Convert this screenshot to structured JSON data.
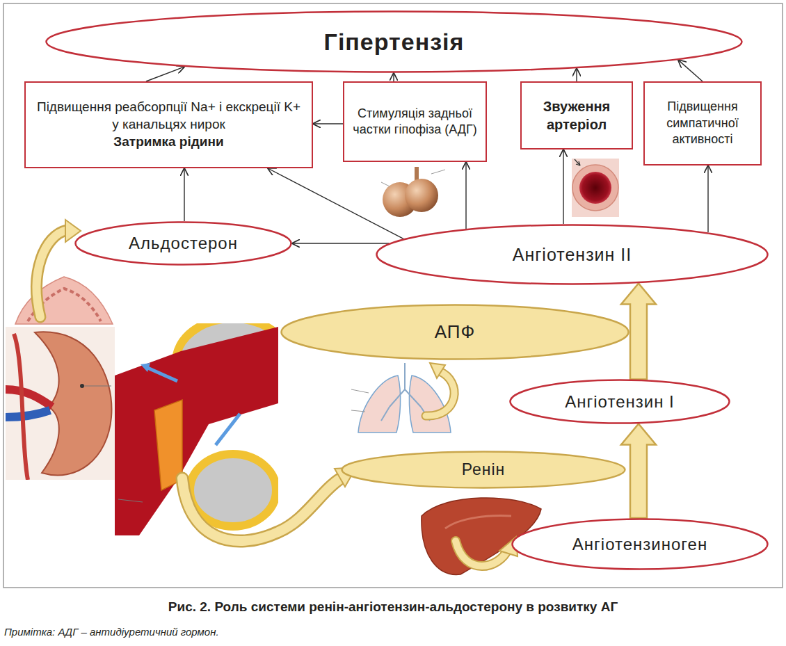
{
  "diagram": {
    "caption": "Рис. 2. Роль системи ренін-ангіотензин-альдостерону в розвитку АГ",
    "nodes": [
      {
        "text": [
          "Гіпертензія"
        ]
      },
      {
        "text": [
          "Підвищення реабсорпції Na+ і екскреції K+ у канальцях нирок",
          "Затримка рідини"
        ]
      },
      {
        "text": [
          "Стимуляція задньої частки гіпофіза (АДГ)"
        ]
      },
      {
        "text": [
          "Звуження артеріол"
        ]
      },
      {
        "text": [
          "Підвищення симпатичної активності"
        ]
      },
      {
        "text": [
          "Альдостерон"
        ]
      },
      {
        "text": [
          "Ангіотензин II"
        ]
      },
      {
        "text": [
          "АПФ"
        ]
      },
      {
        "text": [
          "Ангіотензин I"
        ]
      },
      {
        "text": [
          "Ренін"
        ]
      },
      {
        "text": [
          "Ангіотензиноген"
        ]
      }
    ],
    "edges": [
      {
        "from": 1,
        "to": 0,
        "arrow": "to"
      },
      {
        "from": 2,
        "to": 0,
        "arrow": "to"
      },
      {
        "from": 3,
        "to": 0,
        "arrow": "to"
      },
      {
        "from": 4,
        "to": 0,
        "arrow": "to"
      },
      {
        "from": 2,
        "to": 1,
        "arrow": "to"
      },
      {
        "from": 5,
        "to": 1,
        "arrow": "to"
      },
      {
        "from": 6,
        "to": 1,
        "arrow": "to"
      },
      {
        "from": 6,
        "to": 5,
        "arrow": "to"
      },
      {
        "from": 6,
        "to": 2,
        "arrow": "to"
      },
      {
        "from": 6,
        "to": 3,
        "arrow": "to"
      },
      {
        "from": 6,
        "to": 4,
        "arrow": "to"
      },
      {
        "from": 10,
        "to": 8,
        "arrow": "to"
      },
      {
        "from": 8,
        "to": 6,
        "arrow": "to"
      }
    ],
    "labels": [
      "Примітка: АДГ – антидіуретичний гормон."
    ]
  }
}
